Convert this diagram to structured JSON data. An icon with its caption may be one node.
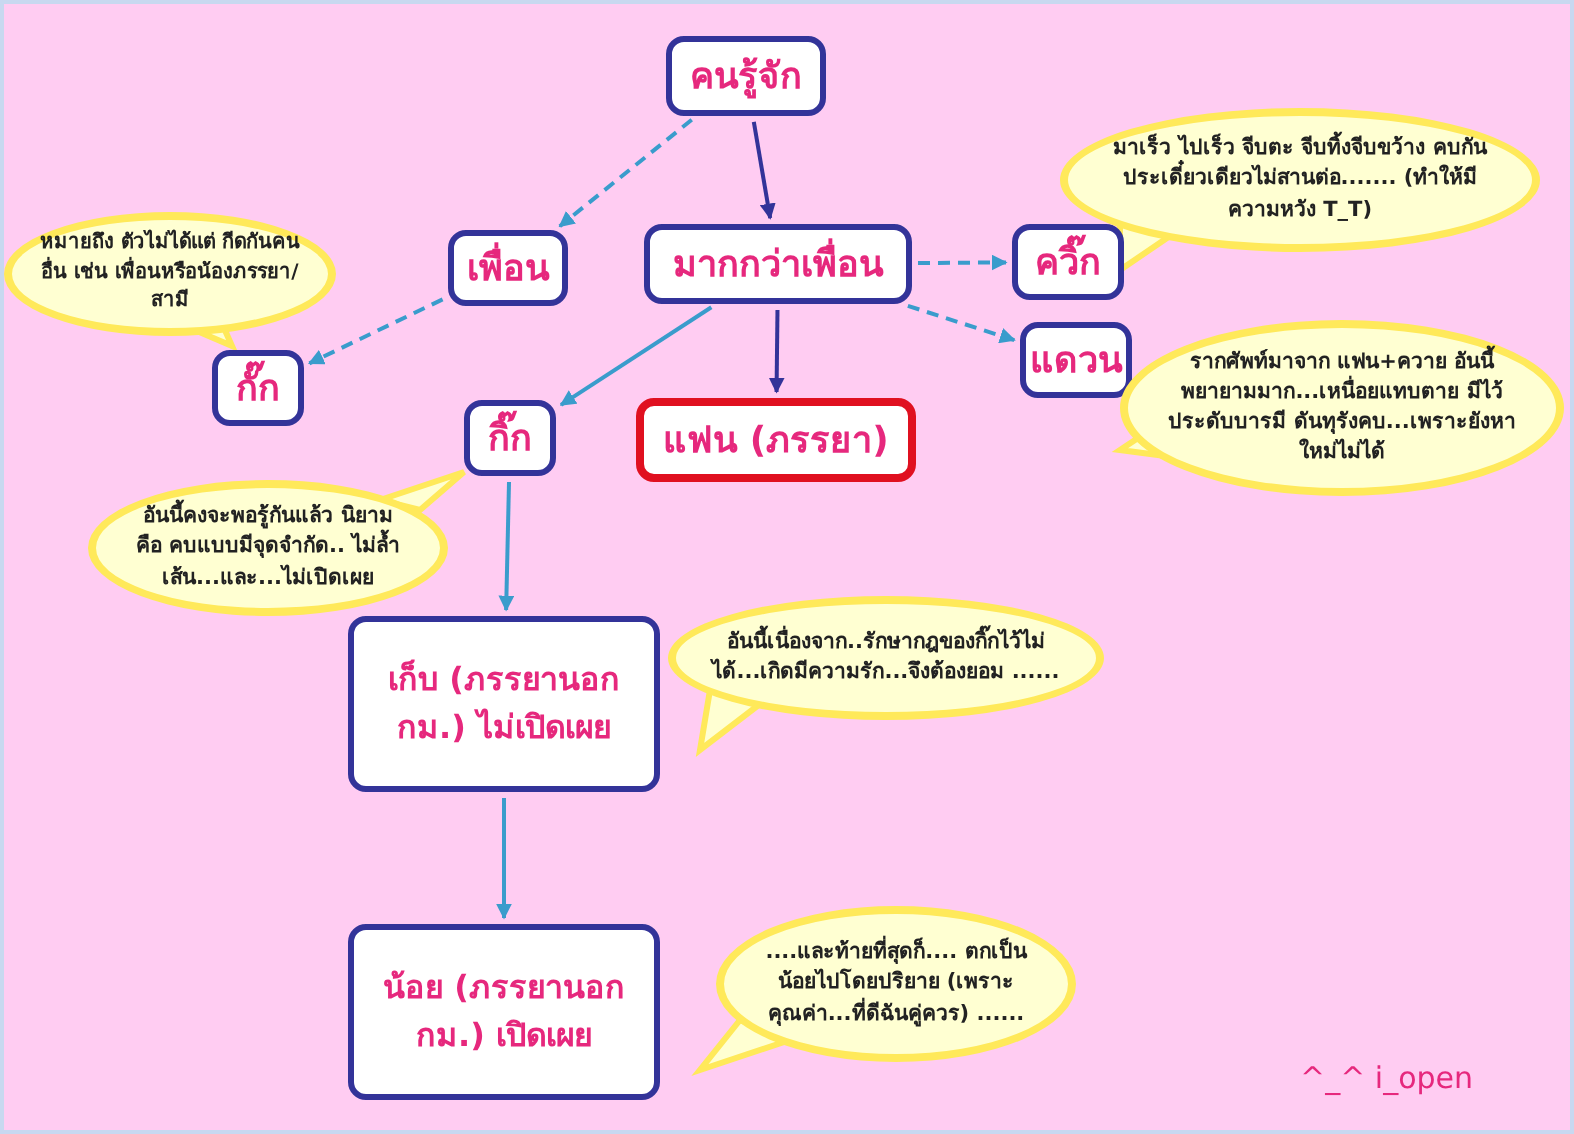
{
  "diagram": {
    "nodes": [
      {
        "text": [
          "คนรู้จัก"
        ]
      },
      {
        "text": [
          "เพื่อน"
        ]
      },
      {
        "text": [
          "มากกว่าเพื่อน"
        ]
      },
      {
        "text": [
          "ควิ๊ก"
        ]
      },
      {
        "text": [
          "แดวน"
        ]
      },
      {
        "text": [
          "กั๊ก"
        ]
      },
      {
        "text": [
          "กิ๊ก"
        ]
      },
      {
        "text": [
          "แฟน (ภรรยา)"
        ]
      },
      {
        "text": [
          "เก็บ (ภรรยานอก กม.) ไม่เปิดเผย"
        ]
      },
      {
        "text": [
          "น้อย (ภรรยานอก กม.) เปิดเผย"
        ]
      },
      {
        "text": [
          "หมายถึง ตัวไม่ได้แต่ กีดกันคนอื่น เช่น เพื่อนหรือน้องภรรยา/สามี"
        ]
      },
      {
        "text": [
          "มาเร็ว ไปเร็ว จีบตะ จีบทิ้งจีบขว้าง คบกันประเดี๋ยวเดียวไม่สานต่อ....... (ทำให้มีความหวัง T_T)"
        ]
      },
      {
        "text": [
          "รากศัพท์มาจาก แฟน+ควาย อันนี้พยายามมาก...เหนื่อยแทบตาย มีไว้ประดับบารมี ดันทุรังคบ...เพราะยังหาใหม่ไม่ได้"
        ]
      },
      {
        "text": [
          "อันนี้คงจะพอรู้กันแล้ว นิยามคือ คบแบบมีจุดจำกัด.. ไม่ล้ำเส้น...และ...ไม่เปิดเผย"
        ]
      },
      {
        "text": [
          "อันนี้เนื่องจาก..รักษากฎของกิ๊กไว้ไม่ได้...เกิดมีความรัก...จึงต้องยอม ......"
        ]
      },
      {
        "text": [
          "....และท้ายที่สุดก็.... ตกเป็นน้อยไปโดยปริยาย (เพราะคุณค่า...ที่ดีฉันคู่ควร) ......"
        ]
      }
    ],
    "edges": [
      {
        "from": 0,
        "to": 1,
        "arrow": "to",
        "style": "dashed"
      },
      {
        "from": 0,
        "to": 2,
        "arrow": "to",
        "color": "#333399"
      },
      {
        "from": 2,
        "to": 3,
        "arrow": "to",
        "style": "dashed"
      },
      {
        "from": 2,
        "to": 4,
        "arrow": "to",
        "style": "dashed"
      },
      {
        "from": 1,
        "to": 5,
        "arrow": "to",
        "style": "dashed"
      },
      {
        "from": 2,
        "to": 6,
        "arrow": "to"
      },
      {
        "from": 2,
        "to": 7,
        "arrow": "to",
        "color": "#333399"
      },
      {
        "from": 6,
        "to": 8,
        "arrow": "to"
      },
      {
        "from": 8,
        "to": 9,
        "arrow": "to"
      }
    ],
    "labels": [
      "^_^ i_open"
    ]
  }
}
